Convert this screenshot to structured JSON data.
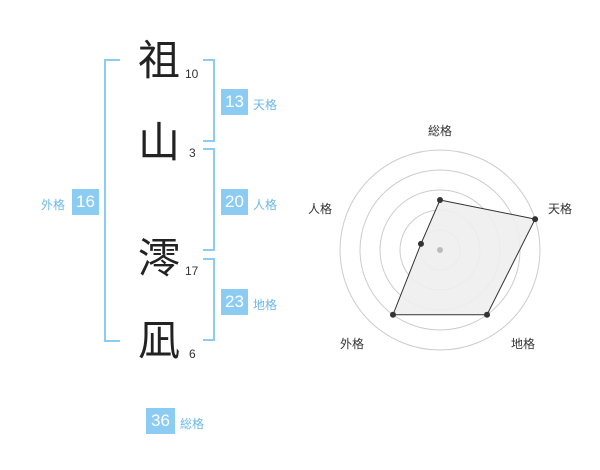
{
  "name": {
    "chars": [
      {
        "kanji": "祖",
        "strokes": "10"
      },
      {
        "kanji": "山",
        "strokes": "3"
      },
      {
        "kanji": "澪",
        "strokes": "17"
      },
      {
        "kanji": "凪",
        "strokes": "6"
      }
    ]
  },
  "scores": {
    "tenkaku": {
      "label": "天格",
      "value": "13"
    },
    "jinkaku": {
      "label": "人格",
      "value": "20"
    },
    "chikaku": {
      "label": "地格",
      "value": "23"
    },
    "gaikaku": {
      "label": "外格",
      "value": "16"
    },
    "soukaku": {
      "label": "総格",
      "value": "36"
    }
  },
  "radar": {
    "axes": [
      "総格",
      "天格",
      "地格",
      "外格",
      "人格"
    ],
    "values": [
      0.5,
      1.0,
      0.8,
      0.8,
      0.2
    ],
    "rings": 5,
    "colors": {
      "grid": "#cccccc",
      "fill": "#eeeeee",
      "line": "#333333",
      "dot": "#333333"
    }
  },
  "colors": {
    "accent": "#8ccbf2",
    "accent_text": "#6cb8e8"
  }
}
